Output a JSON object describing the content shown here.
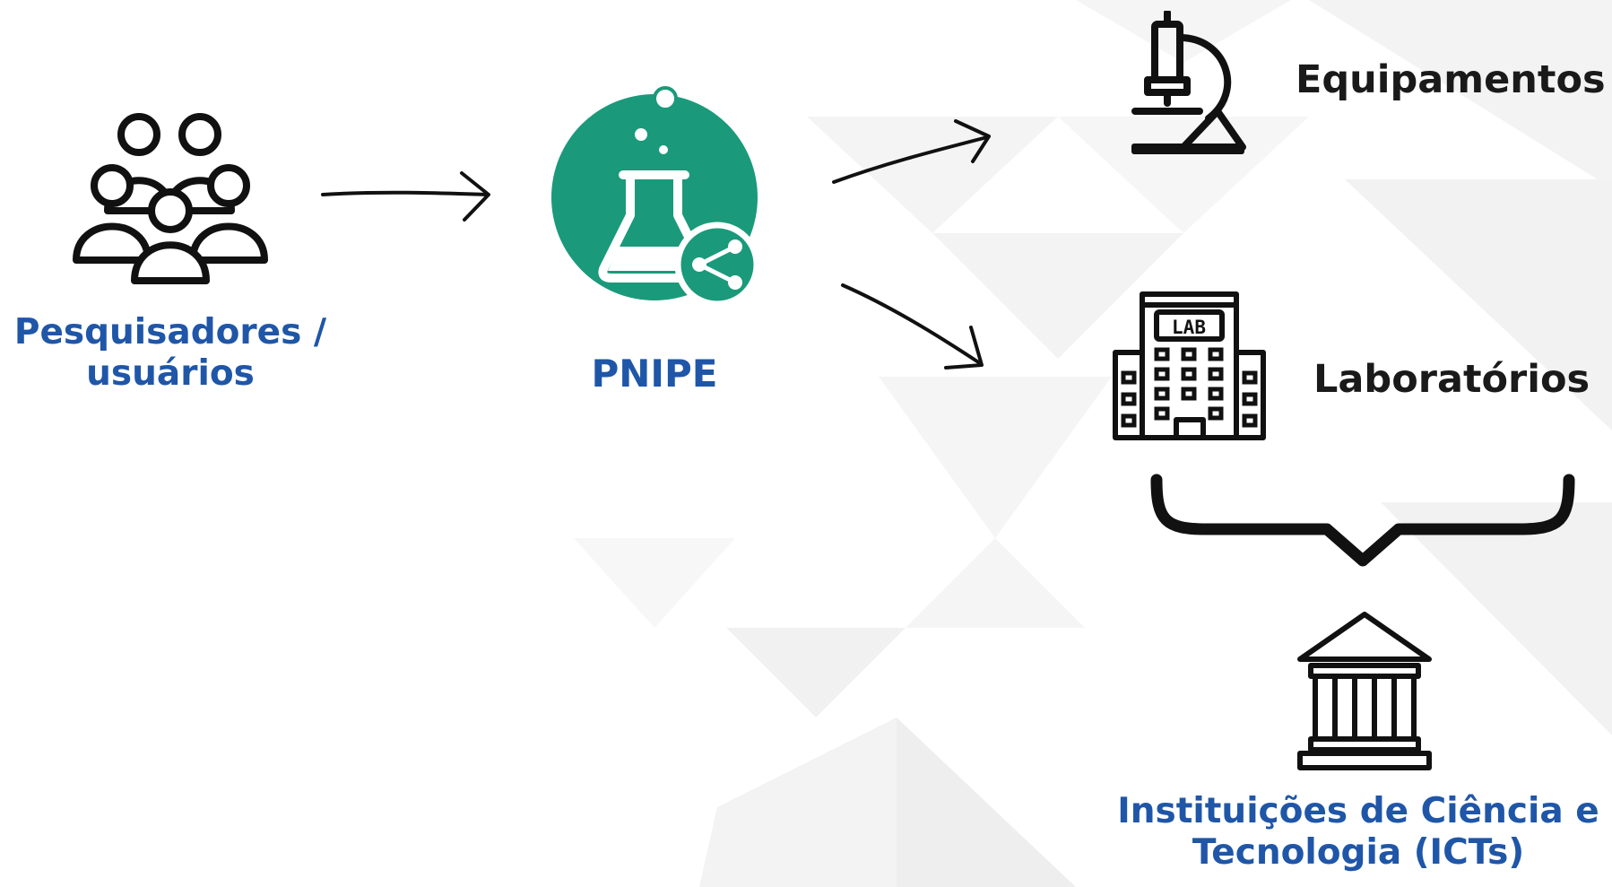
{
  "diagram": {
    "nodes": {
      "users": {
        "icon": "people-group-icon",
        "label_line1": "Pesquisadores /",
        "label_line2": "usuários"
      },
      "platform": {
        "icon": "lab-flask-share-icon",
        "label": "PNIPE"
      },
      "equipment": {
        "icon": "microscope-icon",
        "label": "Equipamentos"
      },
      "labs": {
        "icon": "lab-building-icon",
        "label": "Laboratórios"
      },
      "institutions": {
        "icon": "institution-building-icon",
        "label_line1": "Instituições de Ciência e",
        "label_line2": "Tecnologia (ICTs)"
      }
    },
    "lab_sign": "LAB",
    "edges": [
      {
        "from": "users",
        "to": "platform"
      },
      {
        "from": "platform",
        "to": "equipment"
      },
      {
        "from": "platform",
        "to": "labs"
      },
      {
        "from": "equipment+labs",
        "to": "institutions",
        "style": "brace"
      }
    ],
    "colors": {
      "label_blue": "#1f56a8",
      "label_dark": "#1a1a1a",
      "logo_green": "#1a9a7a",
      "icon_stroke": "#111111"
    }
  }
}
